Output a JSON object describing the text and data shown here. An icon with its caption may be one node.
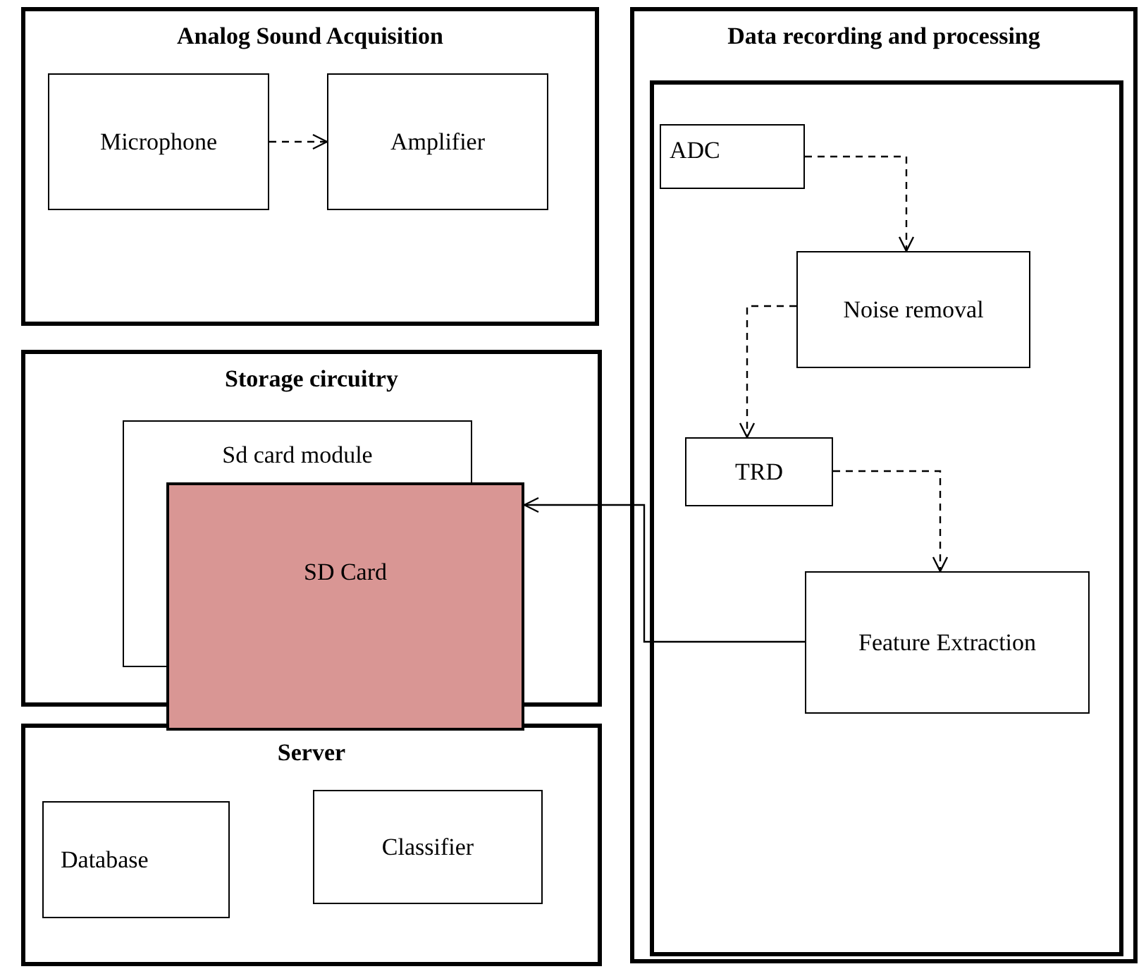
{
  "diagram": {
    "nodes": [
      {
        "text": [
          "Analog Sound Acquisition"
        ]
      },
      {
        "text": [
          "Microphone"
        ],
        "in": 0
      },
      {
        "text": [
          "Amplifier"
        ],
        "in": 0
      },
      {
        "text": [
          "Data recording and processing"
        ]
      },
      {
        "text": [],
        "shape": "box",
        "in": 3
      },
      {
        "text": [
          "ADC"
        ],
        "in": 4
      },
      {
        "text": [
          "Noise removal"
        ],
        "in": 4
      },
      {
        "text": [
          "TRD"
        ],
        "in": 4
      },
      {
        "text": [
          "Feature Extraction"
        ],
        "in": 4
      },
      {
        "text": [
          "Storage circuitry"
        ]
      },
      {
        "text": [
          "Sd card module"
        ],
        "in": 9
      },
      {
        "text": [
          "SD Card"
        ]
      },
      {
        "text": [
          "Server"
        ]
      },
      {
        "text": [
          "Database"
        ],
        "in": 12
      },
      {
        "text": [
          "Classifier"
        ],
        "in": 12
      }
    ],
    "edges": [
      {
        "from": 1,
        "to": 2,
        "arrow": "to",
        "style": "dashed"
      },
      {
        "from": 5,
        "to": 6,
        "arrow": "to",
        "style": "dashed"
      },
      {
        "from": 6,
        "to": 7,
        "arrow": "to",
        "style": "dashed"
      },
      {
        "from": 7,
        "to": 8,
        "arrow": "to",
        "style": "dashed"
      },
      {
        "from": 8,
        "to": 11,
        "arrow": "to"
      }
    ]
  }
}
